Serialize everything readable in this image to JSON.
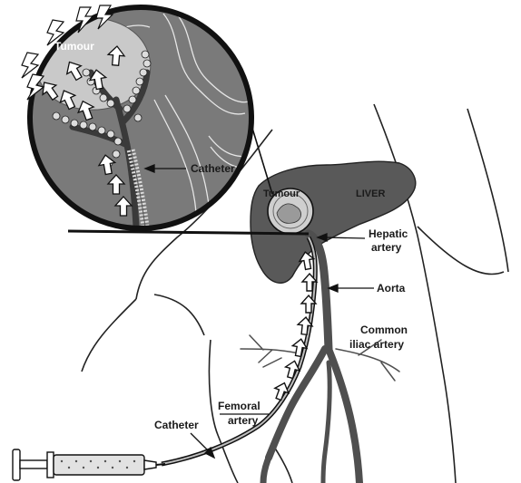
{
  "labels": {
    "tumour_inset": "Tumour",
    "catheter_inset": "Catheter",
    "tumour_liver": "Tumour",
    "liver": "LIVER",
    "hepatic_line1": "Hepatic",
    "hepatic_line2": "artery",
    "aorta": "Aorta",
    "common_line1": "Common",
    "common_line2": "iliac artery",
    "femoral_line1": "Femoral",
    "femoral_line2": "artery",
    "catheter_bottom": "Catheter"
  },
  "colors": {
    "liver": "#595959",
    "inset_fill": "#7a7a7a",
    "tumour_fill": "#c9c9c9",
    "vessel": "#4f4f4f",
    "outline": "#111111",
    "background": "#ffffff"
  },
  "icons": [
    "syringe-icon",
    "arrow-up-icon",
    "lightning-icon"
  ]
}
